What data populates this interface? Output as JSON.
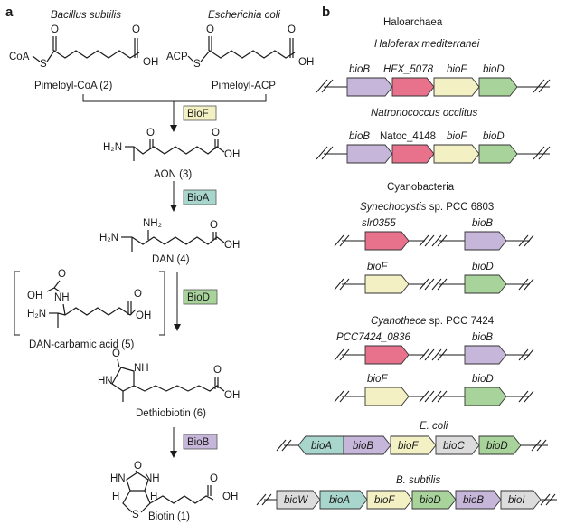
{
  "panel_a": {
    "label": "a",
    "organism_left": "Bacillus subtilis",
    "organism_right": "Escherichia coli",
    "coa_group": "CoA",
    "acp_group": "ACP",
    "sulfur": "S",
    "oxygen": "O",
    "oh": "OH",
    "hydrogen": "H",
    "nh": "NH",
    "hn": "HN",
    "h2n": "H₂N",
    "nh2": "NH₂",
    "pimeloyl_coa": "Pimeloyl-CoA (2)",
    "pimeloyl_acp": "Pimeloyl-ACP",
    "aon": "AON (3)",
    "dan": "DAN (4)",
    "dan_carbamic": "DAN-carbamic acid (5)",
    "dethiobiotin": "Dethiobiotin (6)",
    "biotin": "Biotin (1)",
    "enzymes": [
      {
        "label": "BioF",
        "color": "#f3f1c4"
      },
      {
        "label": "BioA",
        "color": "#a9d6cc"
      },
      {
        "label": "BioD",
        "color": "#a8d39a"
      },
      {
        "label": "BioB",
        "color": "#c5b6da"
      }
    ]
  },
  "panel_b": {
    "label": "b",
    "group_haloarchaea": "Haloarchaea",
    "org_haloferax": "Haloferax mediterranei",
    "org_natronococcus": "Natronococcus occlitus",
    "group_cyanobacteria": "Cyanobacteria",
    "org_synechocystis": "Synechocystis",
    "org_synechocystis_strain": " sp. PCC 6803",
    "org_cyanothece": "Cyanothece",
    "org_cyanothece_strain": " sp. PCC 7424",
    "org_ecoli": "E. coli",
    "org_bsubtilis": "B. subtilis",
    "haloferax_genes": [
      "bioB",
      "HFX_5078",
      "bioF",
      "bioD"
    ],
    "natronococcus_genes": [
      "bioB",
      "Natoc_4148",
      "bioF",
      "bioD"
    ],
    "synechocystis_genes": [
      "slr0355",
      "bioB",
      "bioF",
      "bioD"
    ],
    "cyanothece_genes": [
      "PCC7424_0836",
      "bioB",
      "bioF",
      "bioD"
    ],
    "ecoli_genes": [
      "bioA",
      "bioB",
      "bioF",
      "bioC",
      "bioD"
    ],
    "bsubtilis_genes": [
      "bioW",
      "bioA",
      "bioF",
      "bioD",
      "bioB",
      "bioI"
    ],
    "colors": {
      "bioB": "#c5b6da",
      "hfx": "#e8718c",
      "bioF": "#f3f1c4",
      "bioD": "#a8d39a",
      "bioA": "#a9d6cc",
      "bioC": "#dcdcdc",
      "bioW": "#dcdcdc",
      "bioI": "#dcdcdc"
    }
  }
}
